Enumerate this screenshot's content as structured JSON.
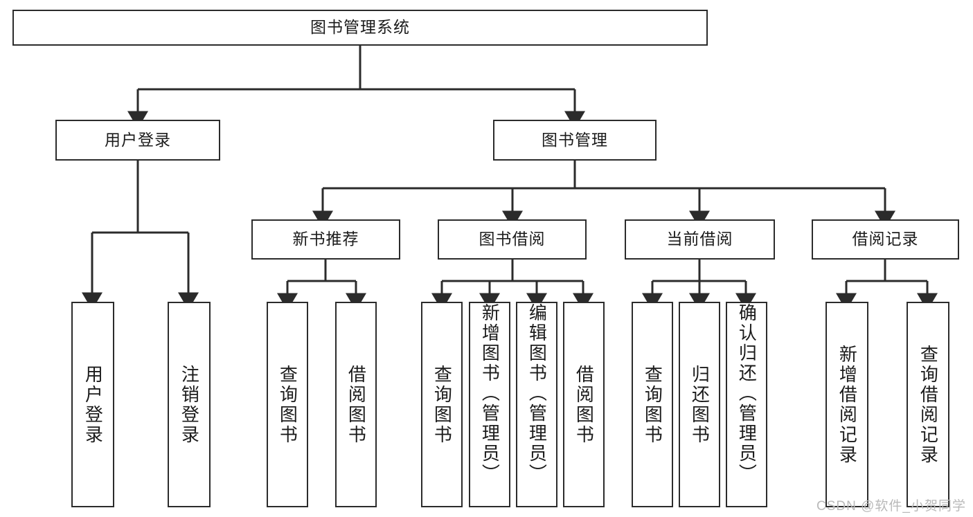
{
  "diagram": {
    "title": "图书管理系统",
    "type": "tree",
    "root": {
      "id": "root",
      "label": "图书管理系统"
    },
    "level2": [
      {
        "id": "user-login",
        "label": "用户登录"
      },
      {
        "id": "book-manage",
        "label": "图书管理"
      }
    ],
    "level3": [
      {
        "id": "new-book-rec",
        "label": "新书推荐"
      },
      {
        "id": "book-borrow",
        "label": "图书借阅"
      },
      {
        "id": "current-borrow",
        "label": "当前借阅"
      },
      {
        "id": "borrow-record",
        "label": "借阅记录"
      }
    ],
    "leaves": [
      {
        "id": "leaf-user-login",
        "label": "用户登录",
        "parent": "user-login"
      },
      {
        "id": "leaf-logout",
        "label": "注销登录",
        "parent": "user-login"
      },
      {
        "id": "leaf-query-book-1",
        "label": "查询图书",
        "parent": "new-book-rec"
      },
      {
        "id": "leaf-borrow-book-1",
        "label": "借阅图书",
        "parent": "new-book-rec"
      },
      {
        "id": "leaf-query-book-2",
        "label": "查询图书",
        "parent": "book-borrow"
      },
      {
        "id": "leaf-add-book",
        "label": "新增图书（管理员）",
        "parent": "book-borrow"
      },
      {
        "id": "leaf-edit-book",
        "label": "编辑图书（管理员）",
        "parent": "book-borrow"
      },
      {
        "id": "leaf-borrow-book-2",
        "label": "借阅图书",
        "parent": "book-borrow"
      },
      {
        "id": "leaf-query-book-3",
        "label": "查询图书",
        "parent": "current-borrow"
      },
      {
        "id": "leaf-return-book",
        "label": "归还图书",
        "parent": "current-borrow"
      },
      {
        "id": "leaf-confirm-return",
        "label": "确认归还（管理员）",
        "parent": "current-borrow"
      },
      {
        "id": "leaf-add-record",
        "label": "新增借阅记录",
        "parent": "borrow-record"
      },
      {
        "id": "leaf-query-record",
        "label": "查询借阅记录",
        "parent": "borrow-record"
      }
    ],
    "colors": {
      "box_border": "#2b2b2b",
      "box_fill": "#ffffff",
      "edge": "#2b2b2b",
      "text": "#1b1b1b",
      "background": "#ffffff",
      "watermark": "#b9b9b9"
    }
  },
  "watermark": {
    "text": "CSDN @软件_小贺同学"
  }
}
